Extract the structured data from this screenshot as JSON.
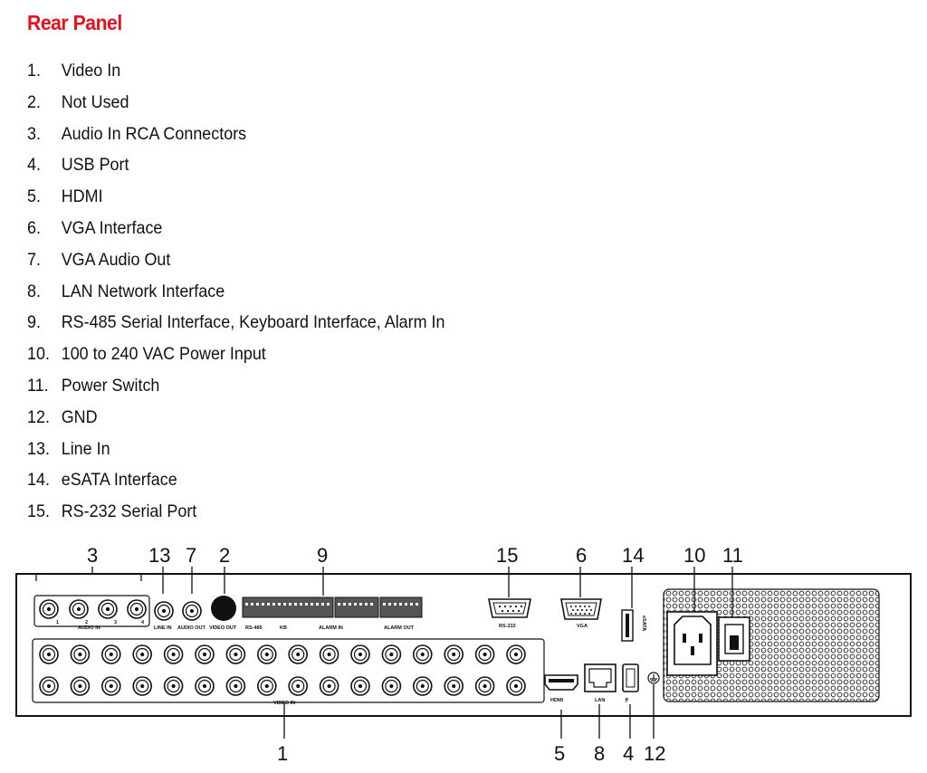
{
  "title": "Rear Panel",
  "items": [
    {
      "num": "1.",
      "label": "Video In"
    },
    {
      "num": "2.",
      "label": "Not Used"
    },
    {
      "num": "3.",
      "label": "Audio In RCA Connectors"
    },
    {
      "num": "4.",
      "label": "USB Port"
    },
    {
      "num": "5.",
      "label": "HDMI"
    },
    {
      "num": "6.",
      "label": "VGA Interface"
    },
    {
      "num": "7.",
      "label": "VGA Audio Out"
    },
    {
      "num": "8.",
      "label": "LAN Network Interface"
    },
    {
      "num": "9.",
      "label": "RS-485 Serial Interface, Keyboard Interface, Alarm In"
    },
    {
      "num": "10.",
      "label": "100 to 240 VAC Power Input"
    },
    {
      "num": "11.",
      "label": "Power Switch"
    },
    {
      "num": "12.",
      "label": "GND"
    },
    {
      "num": "13.",
      "label": "Line In"
    },
    {
      "num": "14.",
      "label": "eSATA Interface"
    },
    {
      "num": "15.",
      "label": "RS-232 Serial Port"
    }
  ],
  "callouts": {
    "c1": "1",
    "c2": "2",
    "c3": "3",
    "c4": "4",
    "c5": "5",
    "c6": "6",
    "c7": "7",
    "c8": "8",
    "c9": "9",
    "c10": "10",
    "c11": "11",
    "c12": "12",
    "c13": "13",
    "c14": "14",
    "c15": "15"
  },
  "panel_labels": {
    "audio_in": "AUDIO IN",
    "line_in": "LINE IN",
    "audio_out": "AUDIO OUT",
    "video_out": "VIDEO OUT",
    "rs485": "RS-485",
    "kb": "KB",
    "alarm_in": "ALARM IN",
    "alarm_out": "ALARM OUT",
    "rs232": "RS-232",
    "vga": "VGA",
    "esata": "eSATA",
    "video_in": "VIDEO IN",
    "hdmi": "HDMI",
    "lan": "LAN",
    "audio_nums": [
      "1",
      "2",
      "3",
      "4"
    ]
  },
  "colors": {
    "title": "#e8101e"
  }
}
